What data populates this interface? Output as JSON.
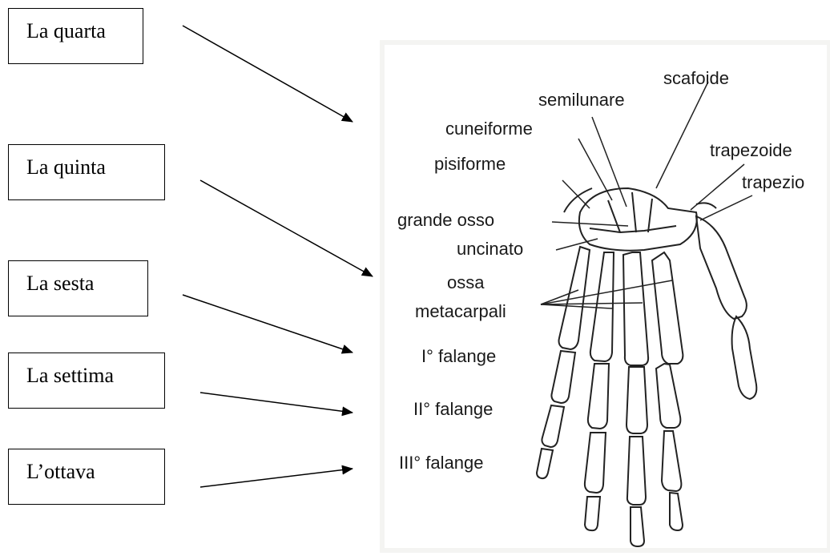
{
  "question_boxes": [
    {
      "id": "quarta",
      "label": "La quarta"
    },
    {
      "id": "quinta",
      "label": "La quinta"
    },
    {
      "id": "sesta",
      "label": "La sesta"
    },
    {
      "id": "settima",
      "label": "La settima"
    },
    {
      "id": "ottava",
      "label": "L’ottava"
    }
  ],
  "hand_labels": {
    "scafoide": "scafoide",
    "semilunare": "semilunare",
    "cuneiforme": "cuneiforme",
    "pisiforme": "pisiforme",
    "trapezoide": "trapezoide",
    "trapezio": "trapezio",
    "grande_osso": "grande osso",
    "uncinato": "uncinato",
    "ossa": "ossa",
    "metacarpali": "metacarpali",
    "falange_1": "I° falange",
    "falange_2": "II° falange",
    "falange_3": "III° falange"
  },
  "colors": {
    "box_border": "#000000",
    "arrow": "#000000",
    "bone_outline": "#222222",
    "panel_bg": "#f4f4f2"
  }
}
